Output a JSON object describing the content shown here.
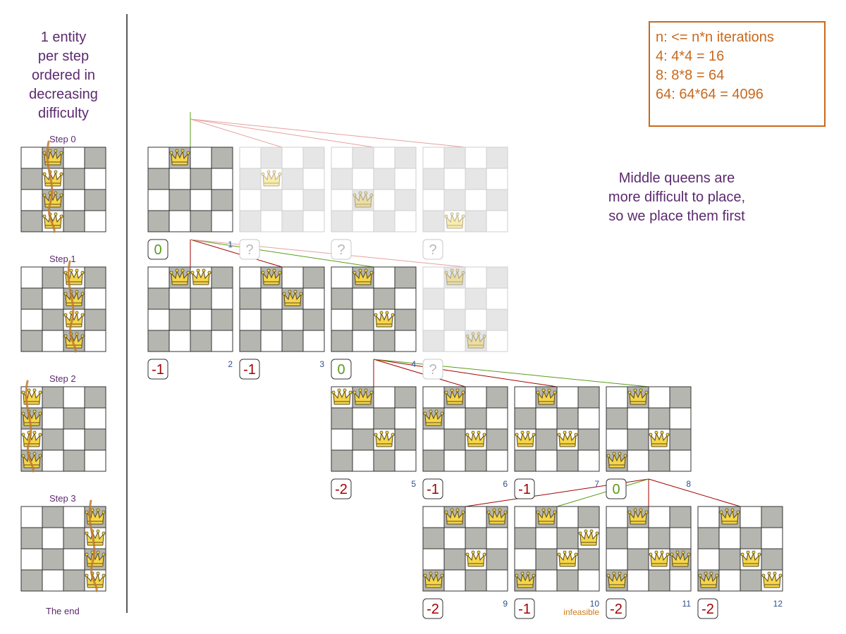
{
  "sidebar": {
    "title_lines": [
      "1 entity",
      "per step",
      "ordered in",
      "decreasing",
      "difficulty"
    ],
    "steps": [
      "Step 0",
      "Step 1",
      "Step 2",
      "Step 3"
    ],
    "end_label": "The end"
  },
  "note": {
    "lines": [
      "n: <= n*n iterations",
      "4: 4*4 = 16",
      "8: 8*8 = 64",
      "64: 64*64 = 4096"
    ]
  },
  "explanation": {
    "lines": [
      "Middle queens are",
      "more difficult to place,",
      "so we place them first"
    ]
  },
  "colors": {
    "dark_square": "#b5b6b0",
    "light_square": "#ffffff",
    "faded_square": "#e6e6e6",
    "score_zero": "#5a9c1a",
    "score_negative": "#a40000",
    "score_unknown": "#b8b8b8",
    "index_label": "#2c4f8a",
    "infeasible": "#d07a1a",
    "heading": "#5b2a6e",
    "note_border": "#c8691d"
  },
  "step_boards": [
    {
      "step": 0,
      "queens": [
        1,
        1,
        1,
        1
      ]
    },
    {
      "step": 1,
      "queens": [
        2,
        2,
        2,
        2
      ]
    },
    {
      "step": 2,
      "queens": [
        0,
        0,
        0,
        0
      ]
    },
    {
      "step": 3,
      "queens": [
        3,
        3,
        3,
        3
      ]
    }
  ],
  "boards": [
    {
      "id": 1,
      "queens": [
        {
          "col": 1,
          "row": 0
        }
      ],
      "score": "0",
      "kind": "zero"
    },
    {
      "id": "a",
      "queens": [
        {
          "col": 1,
          "row": 1
        }
      ],
      "score": "?",
      "kind": "unknown",
      "faded": true
    },
    {
      "id": "b",
      "queens": [
        {
          "col": 1,
          "row": 2
        }
      ],
      "score": "?",
      "kind": "unknown",
      "faded": true
    },
    {
      "id": "c",
      "queens": [
        {
          "col": 1,
          "row": 3
        }
      ],
      "score": "?",
      "kind": "unknown",
      "faded": true
    },
    {
      "id": 2,
      "queens": [
        {
          "col": 1,
          "row": 0
        },
        {
          "col": 2,
          "row": 0
        }
      ],
      "score": "-1",
      "kind": "neg"
    },
    {
      "id": 3,
      "queens": [
        {
          "col": 1,
          "row": 0
        },
        {
          "col": 2,
          "row": 1
        }
      ],
      "score": "-1",
      "kind": "neg"
    },
    {
      "id": 4,
      "queens": [
        {
          "col": 1,
          "row": 0
        },
        {
          "col": 2,
          "row": 2
        }
      ],
      "score": "0",
      "kind": "zero"
    },
    {
      "id": "d",
      "queens": [
        {
          "col": 1,
          "row": 0
        },
        {
          "col": 2,
          "row": 3
        }
      ],
      "score": "?",
      "kind": "unknown",
      "faded": true
    },
    {
      "id": 5,
      "queens": [
        {
          "col": 0,
          "row": 0
        },
        {
          "col": 1,
          "row": 0
        },
        {
          "col": 2,
          "row": 2
        }
      ],
      "score": "-2",
      "kind": "neg"
    },
    {
      "id": 6,
      "queens": [
        {
          "col": 0,
          "row": 1
        },
        {
          "col": 1,
          "row": 0
        },
        {
          "col": 2,
          "row": 2
        }
      ],
      "score": "-1",
      "kind": "neg"
    },
    {
      "id": 7,
      "queens": [
        {
          "col": 0,
          "row": 2
        },
        {
          "col": 1,
          "row": 0
        },
        {
          "col": 2,
          "row": 2
        }
      ],
      "score": "-1",
      "kind": "neg"
    },
    {
      "id": 8,
      "queens": [
        {
          "col": 0,
          "row": 3
        },
        {
          "col": 1,
          "row": 0
        },
        {
          "col": 2,
          "row": 2
        }
      ],
      "score": "0",
      "kind": "zero"
    },
    {
      "id": 9,
      "queens": [
        {
          "col": 0,
          "row": 3
        },
        {
          "col": 1,
          "row": 0
        },
        {
          "col": 2,
          "row": 2
        },
        {
          "col": 3,
          "row": 0
        }
      ],
      "score": "-2",
      "kind": "neg"
    },
    {
      "id": 10,
      "queens": [
        {
          "col": 0,
          "row": 3
        },
        {
          "col": 1,
          "row": 0
        },
        {
          "col": 2,
          "row": 2
        },
        {
          "col": 3,
          "row": 1
        }
      ],
      "score": "-1",
      "kind": "neg",
      "note": "infeasible"
    },
    {
      "id": 11,
      "queens": [
        {
          "col": 0,
          "row": 3
        },
        {
          "col": 1,
          "row": 0
        },
        {
          "col": 2,
          "row": 2
        },
        {
          "col": 3,
          "row": 2
        }
      ],
      "score": "-2",
      "kind": "neg"
    },
    {
      "id": 12,
      "queens": [
        {
          "col": 0,
          "row": 3
        },
        {
          "col": 1,
          "row": 0
        },
        {
          "col": 2,
          "row": 2
        },
        {
          "col": 3,
          "row": 3
        }
      ],
      "score": "-2",
      "kind": "neg"
    }
  ],
  "edges": [
    {
      "from": "root",
      "to": 1,
      "kind": "zero"
    },
    {
      "from": "root",
      "to": "a",
      "kind": "faded"
    },
    {
      "from": "root",
      "to": "b",
      "kind": "faded"
    },
    {
      "from": "root",
      "to": "c",
      "kind": "faded"
    },
    {
      "from": 1,
      "to": 2,
      "kind": "neg"
    },
    {
      "from": 1,
      "to": 3,
      "kind": "neg"
    },
    {
      "from": 1,
      "to": 4,
      "kind": "zero"
    },
    {
      "from": 1,
      "to": "d",
      "kind": "faded"
    },
    {
      "from": 4,
      "to": 5,
      "kind": "neg"
    },
    {
      "from": 4,
      "to": 6,
      "kind": "neg"
    },
    {
      "from": 4,
      "to": 7,
      "kind": "neg"
    },
    {
      "from": 4,
      "to": 8,
      "kind": "zero"
    },
    {
      "from": 8,
      "to": 9,
      "kind": "neg"
    },
    {
      "from": 8,
      "to": 10,
      "kind": "zero"
    },
    {
      "from": 8,
      "to": 11,
      "kind": "neg"
    },
    {
      "from": 8,
      "to": 12,
      "kind": "neg"
    }
  ]
}
